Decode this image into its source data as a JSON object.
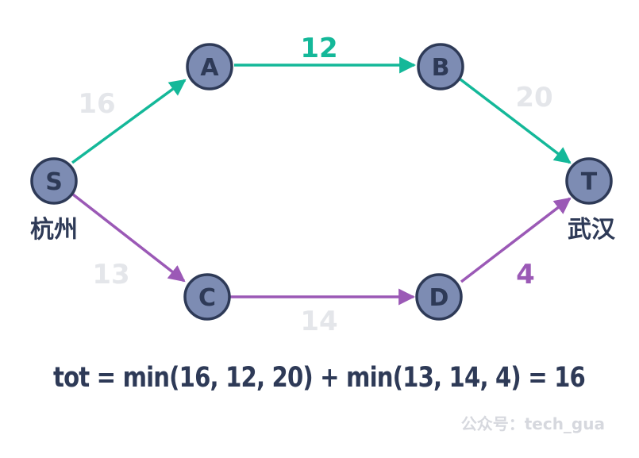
{
  "colors": {
    "highlight_green": "#14b899",
    "highlight_purple": "#9b59b6",
    "faded_gray": "#e4e6ea",
    "node_fill": "#7d8cb3",
    "node_stroke": "#2e3a57",
    "text_dark": "#2e3a57",
    "watermark": "#d6d8de"
  },
  "nodes": [
    {
      "id": "S",
      "label": "S",
      "city": "杭州"
    },
    {
      "id": "A",
      "label": "A"
    },
    {
      "id": "B",
      "label": "B"
    },
    {
      "id": "C",
      "label": "C"
    },
    {
      "id": "D",
      "label": "D"
    },
    {
      "id": "T",
      "label": "T",
      "city": "武汉"
    }
  ],
  "edges": [
    {
      "from": "S",
      "to": "A",
      "weight": "16",
      "edge_color": "green",
      "label_style": "faded"
    },
    {
      "from": "A",
      "to": "B",
      "weight": "12",
      "edge_color": "green",
      "label_style": "green"
    },
    {
      "from": "B",
      "to": "T",
      "weight": "20",
      "edge_color": "green",
      "label_style": "faded"
    },
    {
      "from": "S",
      "to": "C",
      "weight": "13",
      "edge_color": "purple",
      "label_style": "faded"
    },
    {
      "from": "C",
      "to": "D",
      "weight": "14",
      "edge_color": "purple",
      "label_style": "faded"
    },
    {
      "from": "D",
      "to": "T",
      "weight": "4",
      "edge_color": "purple",
      "label_style": "purple"
    }
  ],
  "formula": "tot = min(16, 12, 20) + min(13, 14, 4) = 16",
  "watermark": "公众号：tech_gua"
}
